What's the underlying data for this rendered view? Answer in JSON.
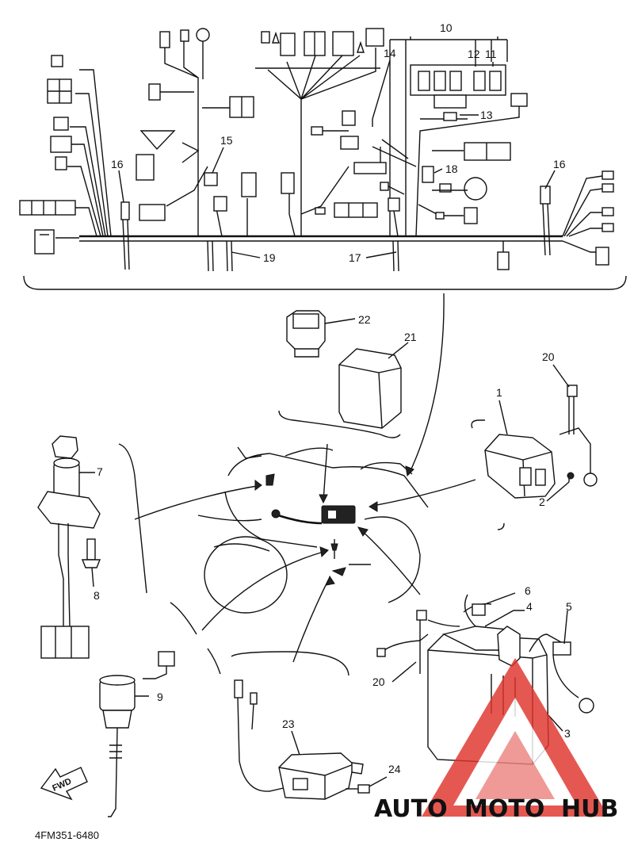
{
  "diagram": {
    "drawing_code": "4FM351-6480",
    "direction_label": "FWD",
    "callouts": {
      "c1": "1",
      "c2": "2",
      "c3": "3",
      "c4": "4",
      "c5": "5",
      "c6": "6",
      "c7": "7",
      "c8": "8",
      "c9": "9",
      "c10": "10",
      "c11": "11",
      "c12": "12",
      "c13": "13",
      "c14": "14",
      "c15": "15",
      "c16a": "16",
      "c16b": "16",
      "c17": "17",
      "c18": "18",
      "c19": "19",
      "c20a": "20",
      "c20b": "20",
      "c21": "21",
      "c22": "22",
      "c23": "23",
      "c24": "24"
    }
  },
  "watermark": {
    "part1": "AUTO",
    "part2": "MOTO",
    "part3": "HUB",
    "color_red": "#e0342c",
    "color_orange": "#f5a623",
    "color_gray": "#555555"
  }
}
